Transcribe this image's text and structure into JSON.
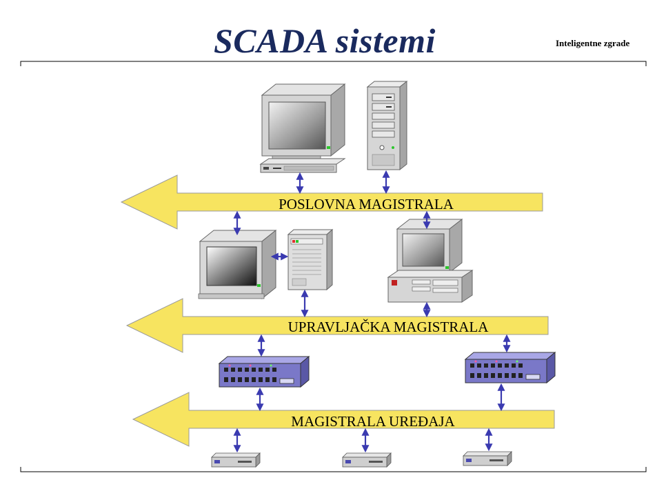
{
  "header": {
    "title": "SCADA sistemi",
    "subtitle": "Inteligentne zgrade"
  },
  "buses": [
    {
      "id": "business",
      "label": "POSLOVNA MAGISTRALA"
    },
    {
      "id": "control",
      "label": "UPRAVLJAČKA MAGISTRALA"
    },
    {
      "id": "device",
      "label": "MAGISTRALA UREĐAJA"
    }
  ],
  "colors": {
    "arrow_fill": "#f7e460",
    "arrow_stroke": "#9a9a9a",
    "connector": "#3a3ab0",
    "title": "#1a2a5e",
    "switch_body": "#7a78c8"
  },
  "icons": {
    "workstation": "crt-monitor-on-desktop-icon",
    "tower": "tower-server-icon",
    "switch": "network-hub-icon",
    "device": "field-device-icon"
  }
}
